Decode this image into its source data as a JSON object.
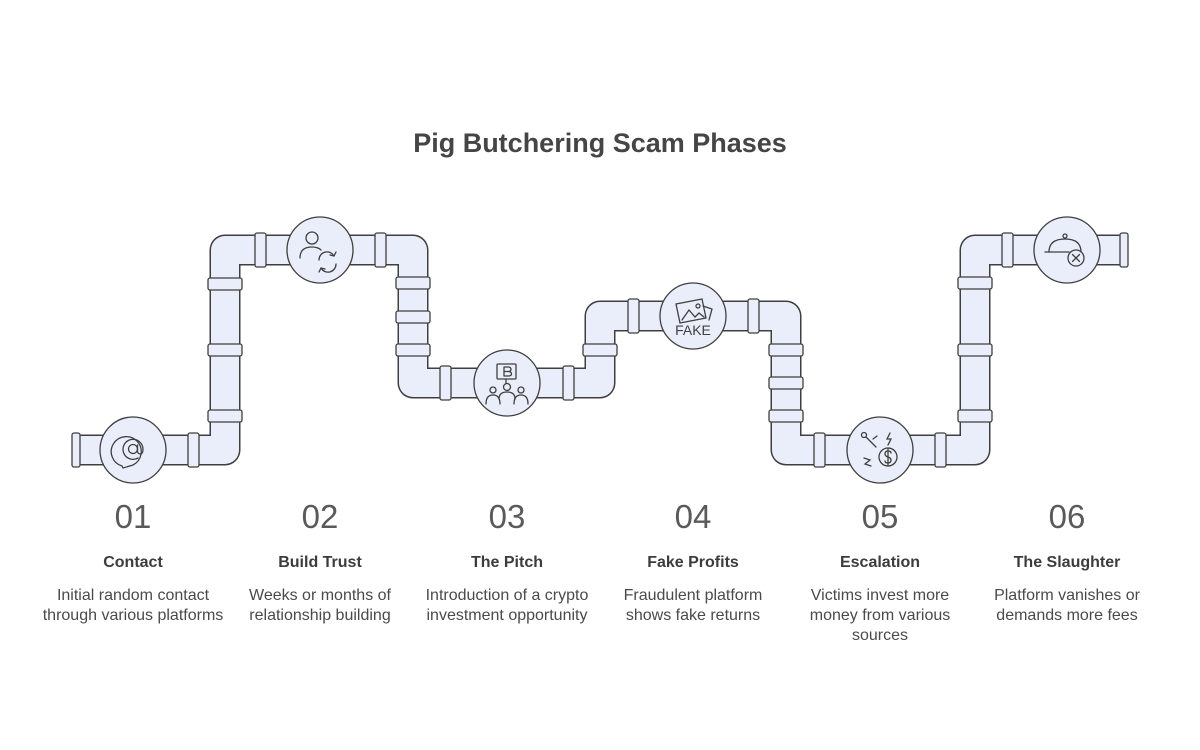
{
  "diagram": {
    "title": "Pig Butchering Scam Phases",
    "colors": {
      "pipe_fill": "#e9eefa",
      "pipe_stroke": "#3f3f3f",
      "text_dark": "#3c3c3c",
      "number": "#5a5a5a"
    },
    "steps": [
      {
        "number": "01",
        "title": "Contact",
        "desc": "Initial random contact through various platforms",
        "icon": "at-sign-chat-icon"
      },
      {
        "number": "02",
        "title": "Build Trust",
        "desc": "Weeks or months of relationship building",
        "icon": "user-refresh-icon"
      },
      {
        "number": "03",
        "title": "The Pitch",
        "desc": "Introduction of a crypto investment opportunity",
        "icon": "bitcoin-audience-icon"
      },
      {
        "number": "04",
        "title": "Fake Profits",
        "desc": "Fraudulent platform shows fake returns",
        "icon": "fake-image-icon",
        "icon_text": "FAKE"
      },
      {
        "number": "05",
        "title": "Escalation",
        "desc": "Victims invest more money from various sources",
        "icon": "money-spark-icon"
      },
      {
        "number": "06",
        "title": "The Slaughter",
        "desc": "Platform vanishes or demands more fees",
        "icon": "cloche-cancel-icon"
      }
    ]
  }
}
